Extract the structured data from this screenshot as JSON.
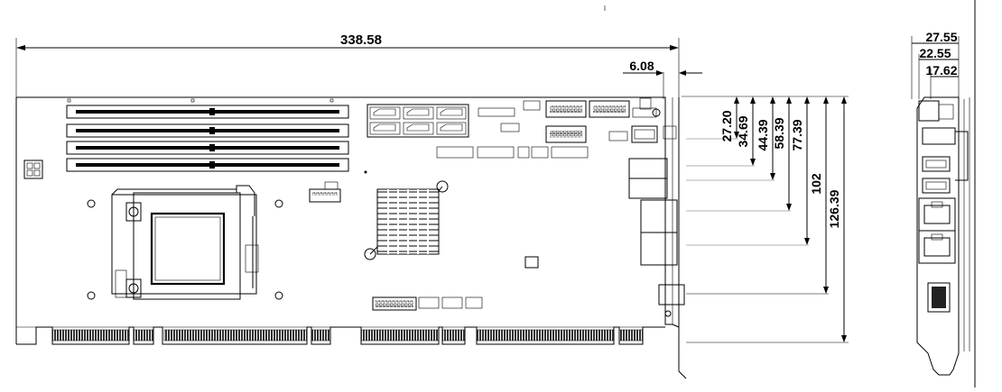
{
  "drawing": {
    "overall_width": "338.58",
    "bracket_offset": "6.08",
    "vertical_dims": [
      "27.20",
      "34.69",
      "44.39",
      "58.39",
      "77.39",
      "102",
      "126.39"
    ],
    "io_dims": [
      "27.55",
      "22.55",
      "17.62"
    ]
  },
  "colors": {
    "line": "#000000",
    "background": "#ffffff",
    "guide": "#9a9a9a"
  }
}
